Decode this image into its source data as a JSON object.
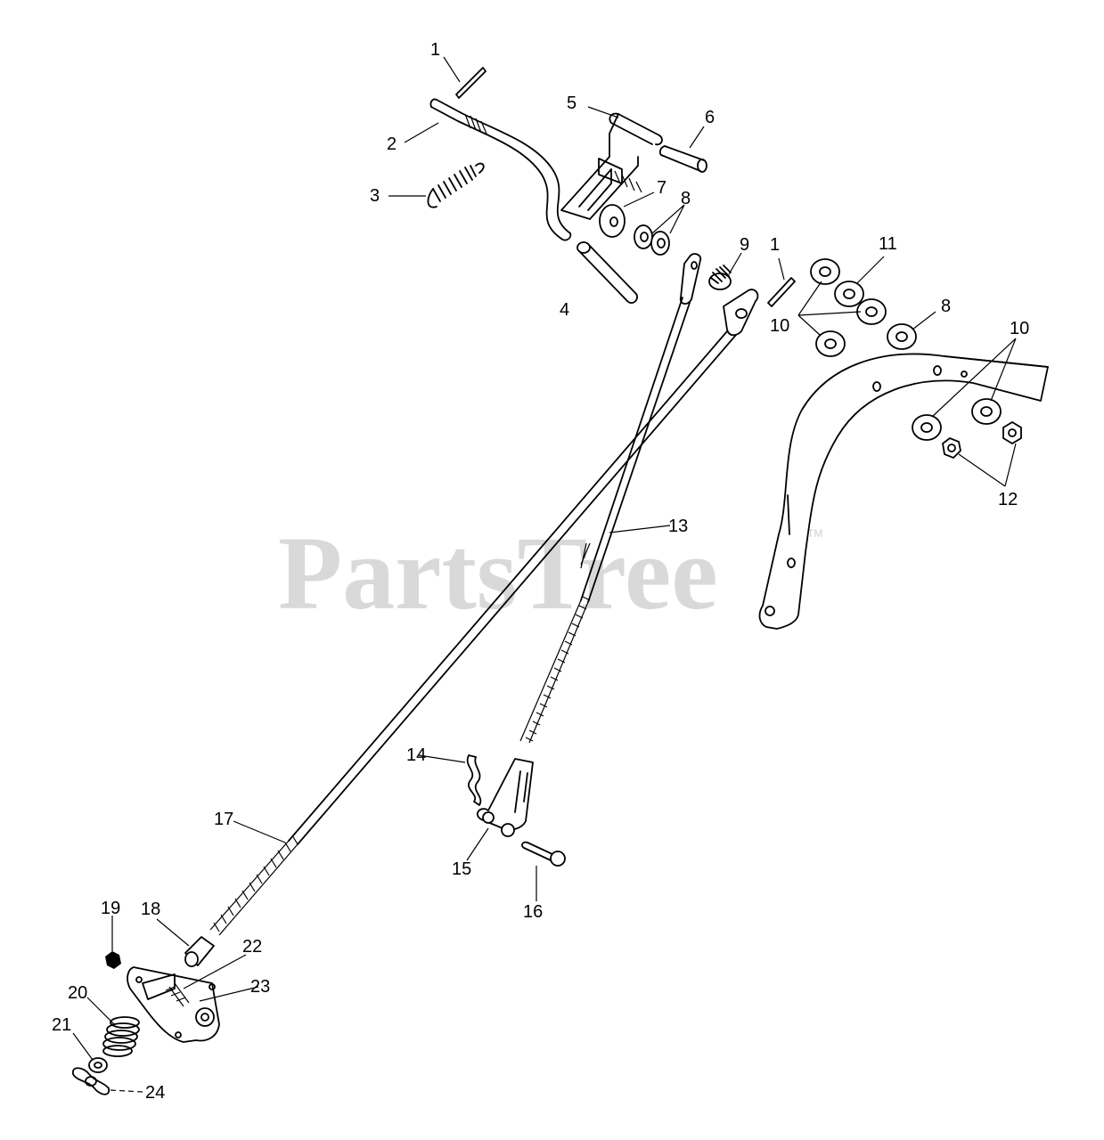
{
  "watermark": {
    "text": "PartsTree",
    "tm": "TM"
  },
  "callouts": [
    {
      "id": "c1a",
      "text": "1"
    },
    {
      "id": "c2",
      "text": "2"
    },
    {
      "id": "c3",
      "text": "3"
    },
    {
      "id": "c4",
      "text": "4"
    },
    {
      "id": "c5",
      "text": "5"
    },
    {
      "id": "c6",
      "text": "6"
    },
    {
      "id": "c7",
      "text": "7"
    },
    {
      "id": "c8a",
      "text": "8"
    },
    {
      "id": "c9",
      "text": "9"
    },
    {
      "id": "c1b",
      "text": "1"
    },
    {
      "id": "c11",
      "text": "11"
    },
    {
      "id": "c10a",
      "text": "10"
    },
    {
      "id": "c8b",
      "text": "8"
    },
    {
      "id": "c10b",
      "text": "10"
    },
    {
      "id": "c12",
      "text": "12"
    },
    {
      "id": "c13",
      "text": "13"
    },
    {
      "id": "c14",
      "text": "14"
    },
    {
      "id": "c15",
      "text": "15"
    },
    {
      "id": "c16",
      "text": "16"
    },
    {
      "id": "c17",
      "text": "17"
    },
    {
      "id": "c19",
      "text": "19"
    },
    {
      "id": "c18",
      "text": "18"
    },
    {
      "id": "c22",
      "text": "22"
    },
    {
      "id": "c23",
      "text": "23"
    },
    {
      "id": "c20",
      "text": "20"
    },
    {
      "id": "c21",
      "text": "21"
    },
    {
      "id": "c24",
      "text": "24"
    }
  ]
}
